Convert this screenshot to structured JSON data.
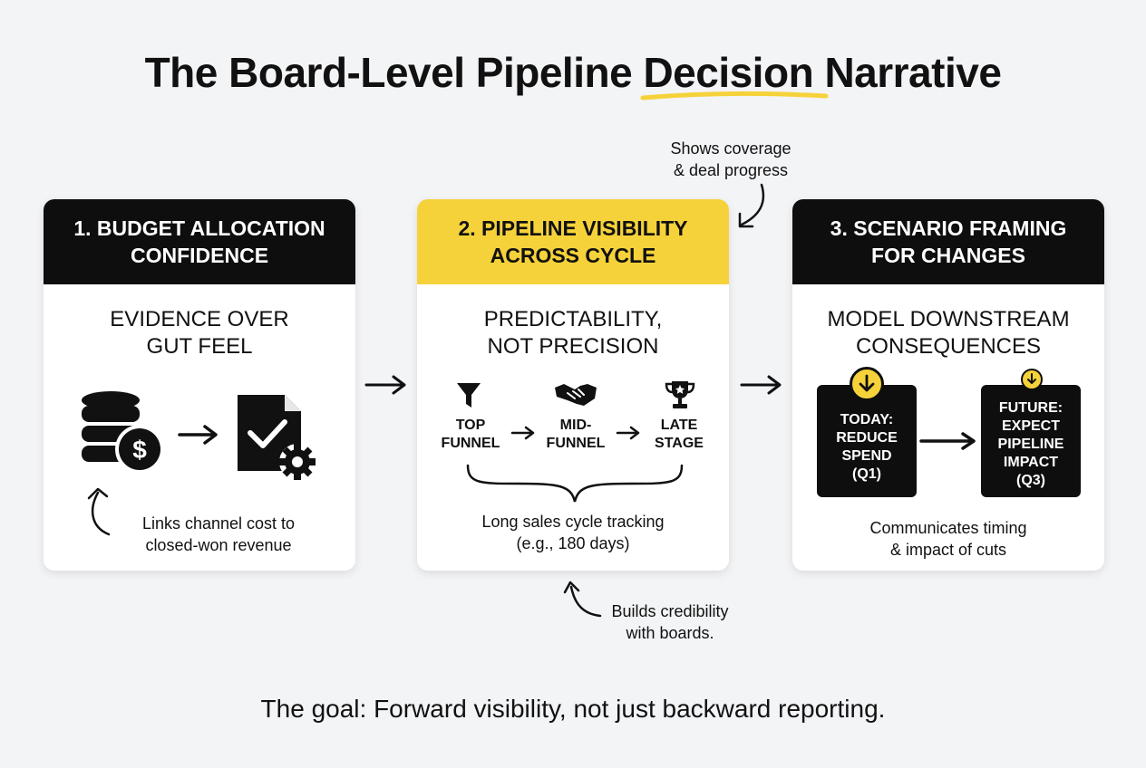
{
  "title": {
    "before": "The Board-Level Pipeline ",
    "highlight": "Decision",
    "after": " Narrative"
  },
  "colors": {
    "accent": "#f6d23a",
    "dark": "#0e0e0e",
    "background": "#f3f4f6"
  },
  "annotations": {
    "top": "Shows coverage\n& deal progress",
    "bottom": "Builds credibility\nwith boards."
  },
  "cards": [
    {
      "heading": "1. BUDGET ALLOCATION\nCONFIDENCE",
      "subtitle": "EVIDENCE OVER\nGUT FEEL",
      "note": "Links channel cost to\nclosed-won revenue",
      "icons": [
        "database-dollar-icon",
        "arrow-right-icon",
        "document-check-gear-icon"
      ]
    },
    {
      "heading": "2. PIPELINE VISIBILITY\nACROSS CYCLE",
      "subtitle": "PREDICTABILITY,\nNOT PRECISION",
      "stages": [
        "TOP\nFUNNEL",
        "MID-\nFUNNEL",
        "LATE\nSTAGE"
      ],
      "stage_icons": [
        "funnel-icon",
        "handshake-icon",
        "trophy-icon"
      ],
      "note": "Long sales cycle tracking\n(e.g., 180 days)"
    },
    {
      "heading": "3. SCENARIO FRAMING\nFOR CHANGES",
      "subtitle": "MODEL DOWNSTREAM\nCONSEQUENCES",
      "today": "TODAY:\nREDUCE\nSPEND\n(Q1)",
      "future": "FUTURE:\nEXPECT\nPIPELINE\nIMPACT\n(Q3)",
      "note": "Communicates timing\n& impact of cuts"
    }
  ],
  "footer": "The goal: Forward visibility, not just backward reporting."
}
